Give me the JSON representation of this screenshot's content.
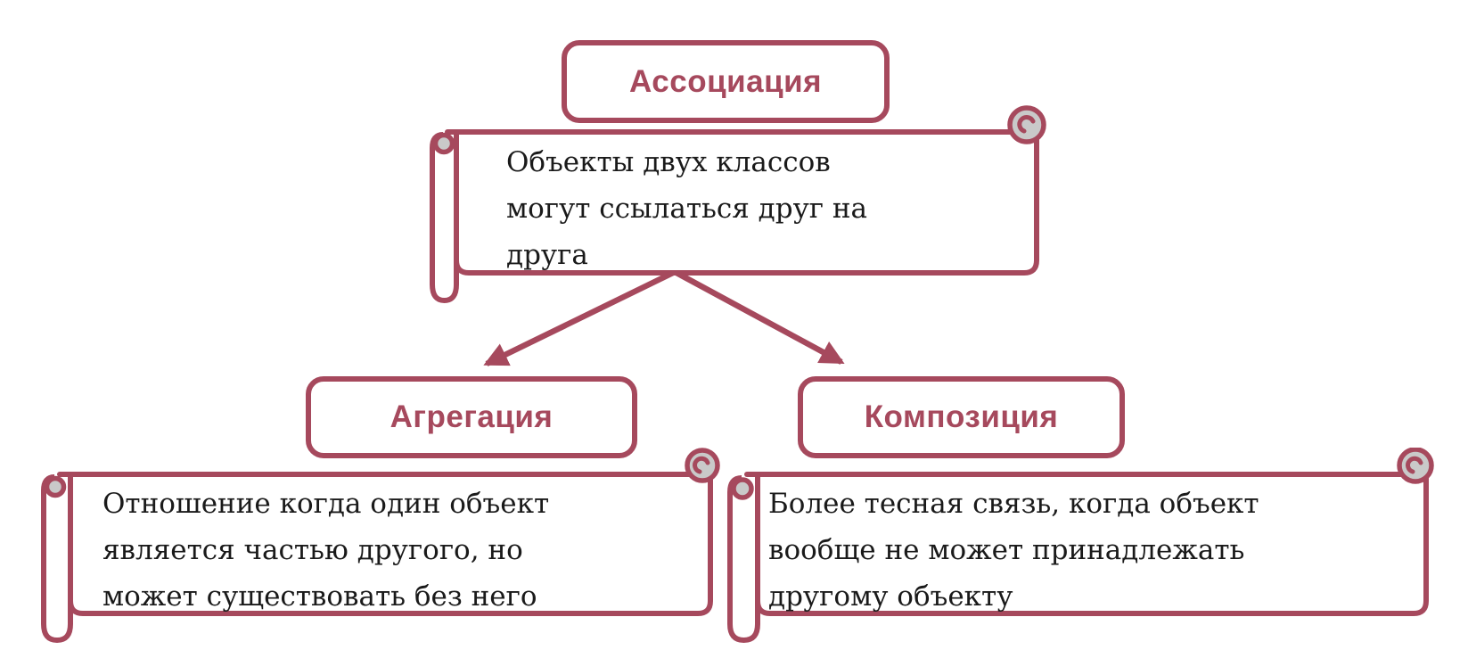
{
  "colors": {
    "accent": "#A6495D",
    "curl_fill": "#C9C9C9",
    "ink": "#1A1A1A",
    "bg": "#FFFFFF"
  },
  "nodes": {
    "association": {
      "title": "Ассоциация",
      "lines": [
        "Объекты двух классов",
        "могут ссылаться друг на",
        "друга"
      ]
    },
    "aggregation": {
      "title": "Агрегация",
      "lines": [
        "Отношение когда один объект",
        "является частью другого, но",
        "может существовать без него"
      ]
    },
    "composition": {
      "title": "Композиция",
      "lines": [
        "Более тесная связь, когда объект",
        "вообще не может принадлежать",
        "другому объекту"
      ]
    }
  }
}
